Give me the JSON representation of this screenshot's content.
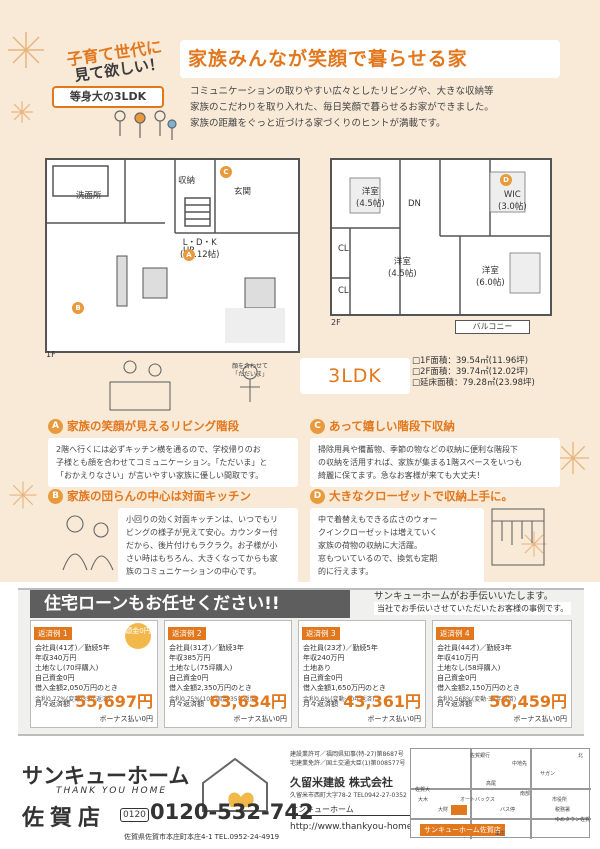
{
  "badge": {
    "line1": "子育て世代に",
    "line2": "見て欲しい！",
    "line3": "等身大の3LDK"
  },
  "title": "家族みんなが笑顔で暮らせる家",
  "intro": [
    "コミュニケーションの取りやすい広々としたリビングや、大きな収納等",
    "家族のこだわりを取り入れた、毎日笑顔で暮らせるお家ができました。",
    "家族の距離をぐっと近づける家づくりのヒントが満載です。"
  ],
  "plan1f": {
    "labels": {
      "wash": "洗面所",
      "storage": "収納",
      "entrance": "玄関",
      "ldk": "L・D・K\n(15.12帖)",
      "up": "UP"
    },
    "floor": "1F"
  },
  "plan2f": {
    "labels": {
      "r1": "洋室\n(4.5帖)",
      "dn": "DN",
      "wic": "WIC\n(3.0帖)",
      "r2": "洋室\n(4.5帖)",
      "r3": "洋室\n(6.0帖)",
      "cl1": "CL",
      "cl2": "CL",
      "balcony": "バルコニー"
    },
    "floor": "2F"
  },
  "markers": {
    "a": "A",
    "b": "B",
    "c": "C",
    "d": "D"
  },
  "layout_type": "3LDK",
  "areas": [
    "□1F面積：39.54㎡(11.96坪)",
    "□2F面積：39.74㎡(12.02坪)",
    "□延床面積：79.28㎡(23.98坪)"
  ],
  "illus_caption": "顔を合わせて「ただいま」",
  "points": [
    {
      "badge": "A",
      "title": "家族の笑顔が見えるリビング階段",
      "body": [
        "2階へ行くには必ずキッチン横を通るので、学校帰りのお",
        "子様とも顔を合わせてコミュニケーション。「ただいま」と",
        "「おかえりなさい」が言いやすい家族に優しい間取です。"
      ]
    },
    {
      "badge": "C",
      "title": "あって嬉しい階段下収納",
      "body": [
        "掃除用具や備蓄物、季節の物などの収納に便利な階段下",
        "の収納を活用すれば、家族が集まる1階スペースをいつも",
        "綺麗に保てます。急なお客様が来ても大丈夫！"
      ]
    },
    {
      "badge": "B",
      "title": "家族の団らんの中心は対面キッチン",
      "body": [
        "小回りの効く対面キッチンは、いつでもリ",
        "ビングの様子が見えて安心。カウンター付",
        "だから、後片付けもラクラク。お子様が小",
        "さい時はもちろん、大きくなってからも家",
        "族のコミュニケーションの中心です。"
      ]
    },
    {
      "badge": "D",
      "title": "大きなクローゼットで収納上手に。",
      "body": [
        "中で着替えもできる広さのウォー",
        "クインクローゼットは増えていく",
        "家族の荷物の収納に大活躍。",
        "窓もついているので、換気も定期",
        "的に行えます。"
      ]
    }
  ],
  "loan": {
    "title": "住宅ローンもお任せください!!",
    "side1": "サンキューホームがお手伝いいたします。",
    "side2": "当社でお手伝いさせていただいたお客様の事例です。"
  },
  "cases": [
    {
      "tag": "返済例 1",
      "info": [
        "会社員(41才)／勤続5年",
        "年収340万円",
        "土地なし(70坪購入)",
        "自己資金0円",
        "借入金額2,050万円のとき"
      ],
      "note": "金利0.77%(変動·35年返済)",
      "pay_label": "月々返済額",
      "amount": "55,697円",
      "bonus": "ボーナス払い0円",
      "stamp": "頭金0円"
    },
    {
      "tag": "返済例 2",
      "info": [
        "会社員(31才)／勤続3年",
        "年収385万円",
        "土地なし(75坪購入)",
        "自己資金0円",
        "借入金額2,350万円のとき"
      ],
      "note": "金利0.75%(10年固定·35年返済)",
      "pay_label": "月々返済額",
      "amount": "63,634円",
      "bonus": "ボーナス払い0円"
    },
    {
      "tag": "返済例 3",
      "info": [
        "会社員(23才)／勤続5年",
        "年収240万円",
        "土地あり",
        "自己資金0円",
        "借入金額1,650万円のとき"
      ],
      "note": "金利0.6%(変動·40年返済)",
      "pay_label": "月々返済額",
      "amount": "43,361円",
      "bonus": "ボーナス払い0円"
    },
    {
      "tag": "返済例 4",
      "info": [
        "会社員(44才)／勤続3年",
        "年収410万円",
        "土地なし(58坪購入)",
        "自己資金0円",
        "借入金額2,150万円のとき"
      ],
      "note": "金利0.568%(変動·35年返済)",
      "pay_label": "月々返済額",
      "amount": "56,459円",
      "bonus": "ボーナス払い0円"
    }
  ],
  "footer": {
    "logo": "サンキューホーム",
    "logo_sub": "THANK YOU HOME",
    "shop": "佐賀店",
    "tel_badge": "0120",
    "tel": "0120-532-742",
    "addr": "佐賀県佐賀市本庄町本庄4-1 TEL.0952-24-4919",
    "licenses": [
      "建設業許可／福岡県知事(特-27)第8687号",
      "宅建業免許／国土交通大臣(1)第008577号"
    ],
    "company": "久留米建設 株式会社",
    "company_addr": "久留米市西町大字78-2 TEL0942-27-0352",
    "brand": "サンキューホーム",
    "url": "http://www.thankyou-home.jp",
    "map_caption": "サンキューホーム佐賀店",
    "map_labels": [
      "佐賀銀行",
      "中地先",
      "サガン",
      "高尾",
      "南部",
      "大木",
      "大財",
      "市役所",
      "バス停",
      "税務署",
      "ゆめタウン佐賀",
      "佐賀大",
      "オートバックス",
      "北",
      "本庄"
    ]
  },
  "colors": {
    "accent": "#e2781e",
    "beige": "#f9ead8",
    "marker": "#e89a3c"
  }
}
